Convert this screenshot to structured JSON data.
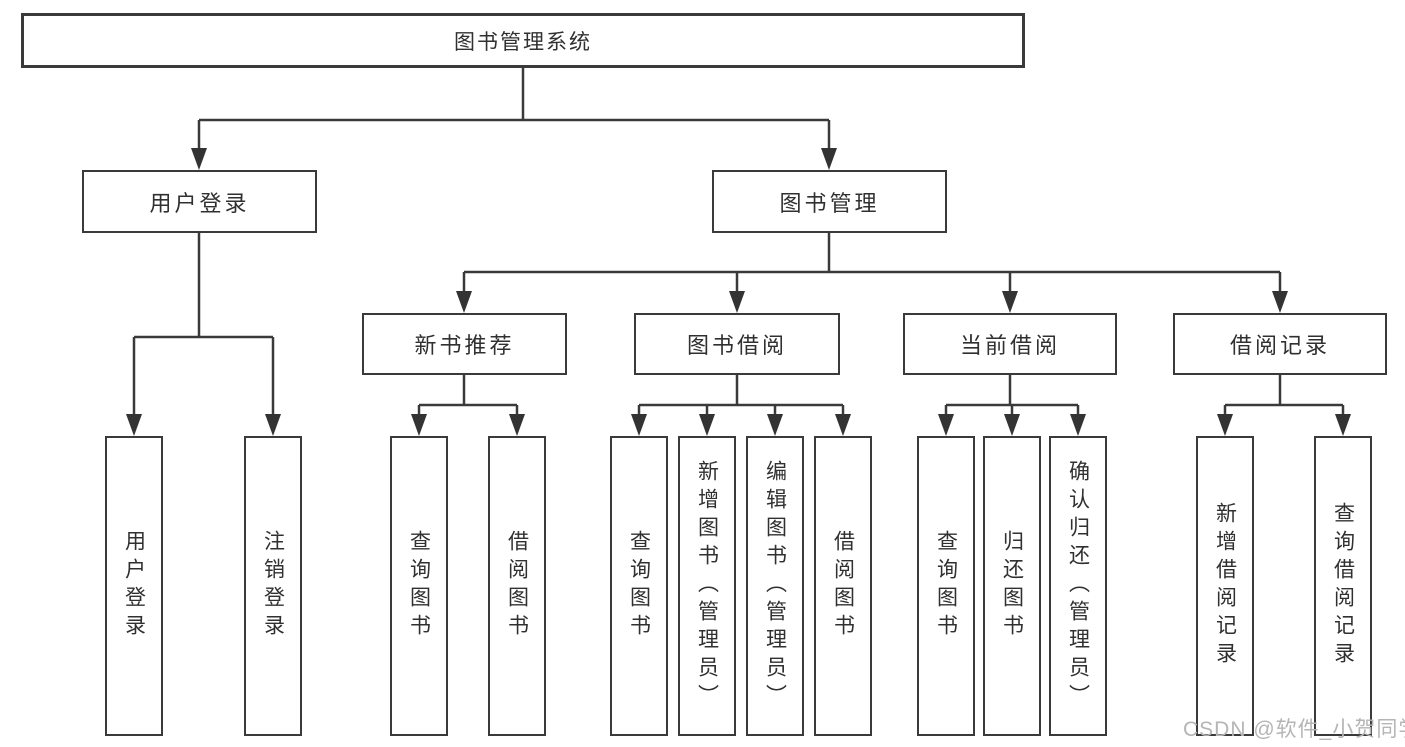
{
  "diagram": {
    "root": {
      "label": "图书管理系统"
    },
    "branches": [
      {
        "label": "用户登录",
        "children": [
          {
            "label": "用户登录"
          },
          {
            "label": "注销登录"
          }
        ]
      },
      {
        "label": "图书管理",
        "children": [
          {
            "label": "新书推荐",
            "children": [
              {
                "label": "查询图书"
              },
              {
                "label": "借阅图书"
              }
            ]
          },
          {
            "label": "图书借阅",
            "children": [
              {
                "label": "查询图书"
              },
              {
                "label": "新增图书（管理员）"
              },
              {
                "label": "编辑图书（管理员）"
              },
              {
                "label": "借阅图书"
              }
            ]
          },
          {
            "label": "当前借阅",
            "children": [
              {
                "label": "查询图书"
              },
              {
                "label": "归还图书"
              },
              {
                "label": "确认归还（管理员）"
              }
            ]
          },
          {
            "label": "借阅记录",
            "children": [
              {
                "label": "新增借阅记录"
              },
              {
                "label": "查询借阅记录"
              }
            ]
          }
        ]
      }
    ],
    "watermark": "CSDN @软件_小贺同学",
    "colors": {
      "line": "#3a3a3a",
      "box_border": "#3a3a3a",
      "text": "#303030",
      "watermark": "#b5b5b5",
      "background": "#ffffff"
    }
  }
}
